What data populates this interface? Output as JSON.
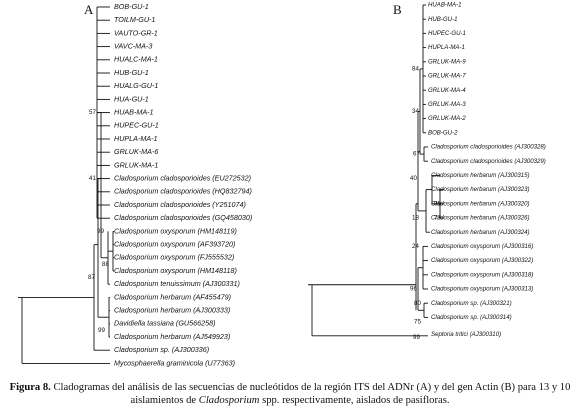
{
  "tree_a": {
    "label": "A",
    "taxa": [
      "BOB-GU-1",
      "TOILM-GU-1",
      "VAUTO-GR-1",
      "VAVC-MA-3",
      "HUALC-MA-1",
      "HUB-GU-1",
      "HUALG-GU-1",
      "HUA-GU-1",
      "HUAB-MA-1",
      "HUPEC-GU-1",
      "HUPLA-MA-1",
      "GRLUK-MA-6",
      "GRLUK-MA-1",
      "Cladosporium cladosporioides (EU272532)",
      "Cladosporium cladosporioides (HQ832794)",
      "Cladosporium cladosporioides (Y251074)",
      "Cladosporium cladosporioides (GQ458030)",
      "Cladosporium oxysporum (HM148119)",
      "Cladosporium oxysporum (AF393720)",
      "Cladosporium oxysporum (FJ555532)",
      "Cladosporium oxysporum (HM148118)",
      "Cladosporium tenuissimum (AJ300331)",
      "Cladosporium herbarum (AF455479)",
      "Cladosporium herbarum (AJ300333)",
      "Davidiella tassiana (GU566258)",
      "Cladosporium herbarum (AJ549923)",
      "Cladosporium sp. (AJ300336)",
      "Mycosphaerella graminicola (U77363)"
    ],
    "bootstrap": [
      "57",
      "41",
      "99",
      "88",
      "87",
      "99"
    ]
  },
  "tree_b": {
    "label": "B",
    "taxa": [
      "HUAB-MA-1",
      "HUB-GU-1",
      "HUPEC-GU-1",
      "HUPLA-MA-1",
      "GRLUK-MA-9",
      "GRLUK-MA-7",
      "GRLUK-MA-4",
      "GRLUK-MA-3",
      "GRLUK-MA-2",
      "BOB-GU-2",
      "Cladosporium cladosporioides (AJ300328)",
      "Cladosporium cladosporioides (AJ300329)",
      "Cladosporium herbarum (AJ300315)",
      "Cladosporium herbarum (AJ300323)",
      "Cladosporium herbarum (AJ300320)",
      "Cladosporium herbarum (AJ300326)",
      "Cladosporium herbarum (AJ300324)",
      "Cladosporium oxysporum (AJ300316)",
      "Cladosporium oxysporum (AJ300322)",
      "Cladosporium oxysporum (AJ300318)",
      "Cladosporium oxysporum (AJ300313)",
      "Cladosporium sp. (AJ300321)",
      "Cladosporium sp. (AJ300314)",
      "Septoria tritici (AJ300310)"
    ],
    "bootstrap": [
      "84",
      "34",
      "67",
      "40",
      "18",
      "99",
      "77",
      "24",
      "96",
      "80",
      "75",
      "99"
    ]
  },
  "caption": {
    "fig_label": "Figura 8.",
    "text_1": " Cladogramas del análisis de las secuencias de nucleótidos de la región ITS del ADNr (A) y del gen Actin (B) para 13 y 10 aislamientos de ",
    "genus": "Cladosporium",
    "text_2": " spp. respectivamente, aislados de pasifloras."
  }
}
